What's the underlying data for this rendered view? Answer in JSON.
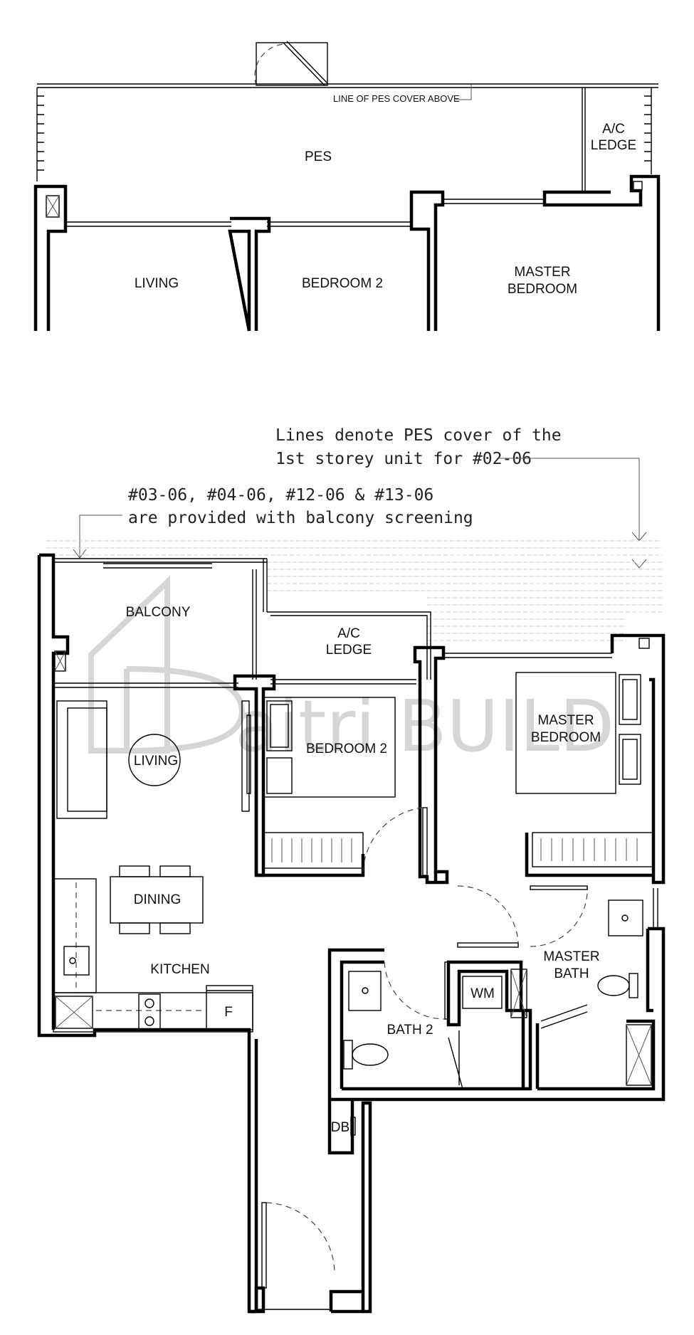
{
  "upper_plan": {
    "rooms": {
      "pes": "PES",
      "ac_ledge_line1": "A/C",
      "ac_ledge_line2": "LEDGE",
      "living": "LIVING",
      "bedroom_2": "BEDROOM 2",
      "master_bedroom_line1": "MASTER",
      "master_bedroom_line2": "BEDROOM"
    },
    "pes_cover_note": "LINE OF PES COVER ABOVE"
  },
  "notes": {
    "pes_cover_line1": "Lines denote PES cover of the",
    "pes_cover_line2": "1st storey unit for #02-06",
    "balcony_line1": "#03-06, #04-06, #12-06 & #13-06",
    "balcony_line2": "are provided with balcony screening"
  },
  "lower_plan": {
    "rooms": {
      "balcony": "BALCONY",
      "ac_ledge_line1": "A/C",
      "ac_ledge_line2": "LEDGE",
      "living": "LIVING",
      "bedroom_2": "BEDROOM 2",
      "master_bedroom_line1": "MASTER",
      "master_bedroom_line2": "BEDROOM",
      "dining": "DINING",
      "kitchen": "KITCHEN",
      "fridge": "F",
      "washing_machine": "WM",
      "bath_2": "BATH 2",
      "master_bath_line1": "MASTER",
      "master_bath_line2": "BATH",
      "db": "DB"
    }
  },
  "watermark": {
    "text": "aitri BUILD",
    "color": "#d6d6d6"
  }
}
